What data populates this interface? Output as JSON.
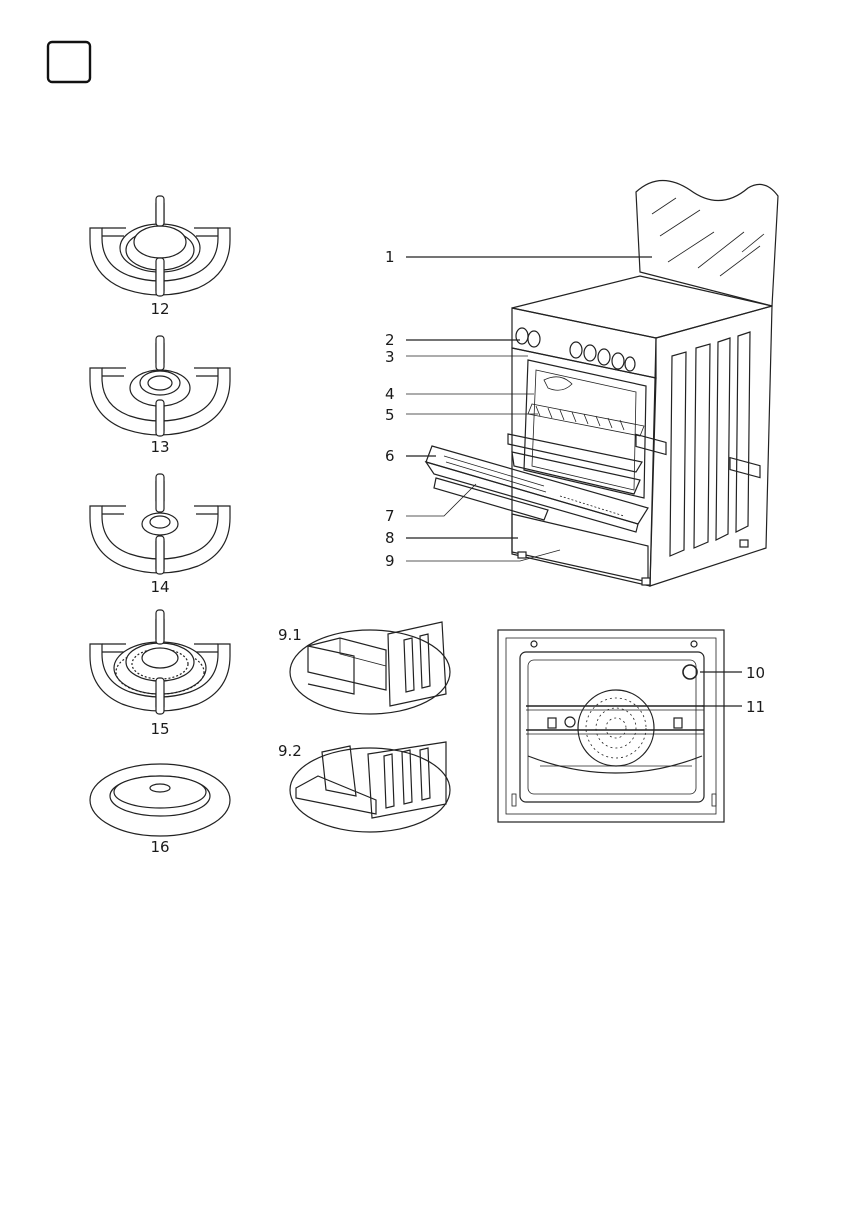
{
  "labels": {
    "l1": "1",
    "l2": "2",
    "l3": "3",
    "l4": "4",
    "l5": "5",
    "l6": "6",
    "l7": "7",
    "l8": "8",
    "l9": "9",
    "l91": "9.1",
    "l92": "9.2",
    "l10": "10",
    "l11": "11",
    "l12": "12",
    "l13": "13",
    "l14": "14",
    "l15": "15",
    "l16": "16"
  },
  "icons": {
    "page_marker": "square-box-icon"
  }
}
